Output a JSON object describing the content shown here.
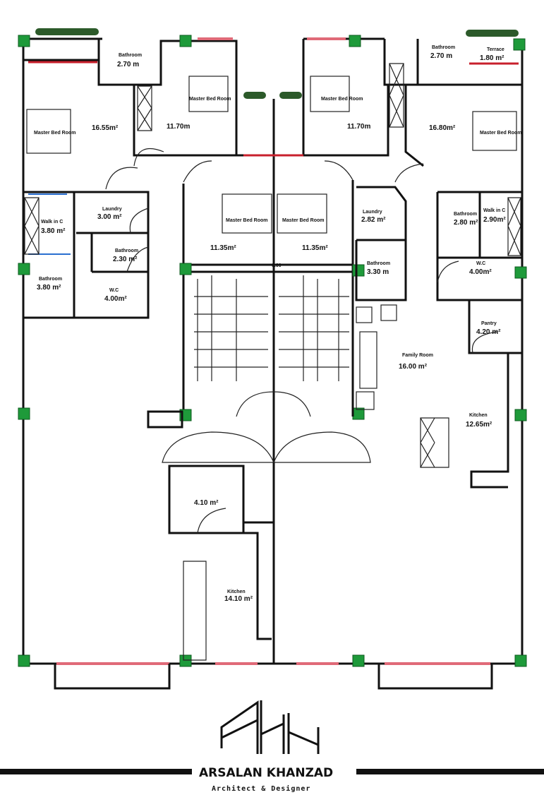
{
  "plan": {
    "left_unit": {
      "bathroom_top": {
        "name": "Bathroom",
        "area": "2.70 m"
      },
      "master_bedroom_left": {
        "name": "Master Bed Room",
        "area": "16.55m²"
      },
      "bedroom_2": {
        "name": "Master Bed Room",
        "area": "11.70m"
      },
      "bedroom_center": {
        "name": "Master Bed Room",
        "area": "11.35m²"
      },
      "walk_in": {
        "name": "Walk in C",
        "area": "3.80 m²"
      },
      "laundry": {
        "name": "Laundry",
        "area": "3.00 m²"
      },
      "bathroom_mid": {
        "name": "Bathroom",
        "area": "2.30 m²"
      },
      "bathroom_low": {
        "name": "Bathroom",
        "area": "3.80 m²"
      },
      "wc": {
        "name": "W.C",
        "area": "4.00m²"
      },
      "small_room": {
        "area": "4.10 m²"
      },
      "kitchen": {
        "name": "Kitchen",
        "area": "14.10 m²"
      }
    },
    "right_unit": {
      "bedroom_1": {
        "name": "Master Bed Room",
        "area": "11.70m"
      },
      "bathroom_top": {
        "name": "Bathroom",
        "area": "2.70 m"
      },
      "terrace": {
        "name": "Terrace",
        "area": "1.80 m²"
      },
      "master_bedroom_right": {
        "name": "Master Bed Room",
        "area": "16.80m²"
      },
      "bedroom_center": {
        "name": "Master Bed Room",
        "area": "11.35m²"
      },
      "laundry": {
        "name": "Laundry",
        "area": "2.82 m²"
      },
      "bathroom_mid": {
        "name": "Bathroom",
        "area": "3.30 m"
      },
      "bathroom_right": {
        "name": "Bathroom",
        "area": "2.80 m²"
      },
      "walk_in": {
        "name": "Walk in C",
        "area": "2.90m²"
      },
      "wc": {
        "name": "W.C",
        "area": "4.00m²"
      },
      "pantry": {
        "name": "Pantry",
        "area": "4.20 m²"
      },
      "family_room": {
        "name": "Family Room",
        "area": "16.00 m²"
      },
      "kitchen": {
        "name": "Kitchen",
        "area": "12.65m²"
      }
    },
    "center_dimension": "6.00"
  },
  "branding": {
    "monogram": "AKH",
    "name": "ARSALAN KHANZAD",
    "tagline": "Architect & Designer"
  },
  "colors": {
    "column": "#1e9a3a",
    "window": "#e06a78",
    "wall": "#111111"
  }
}
